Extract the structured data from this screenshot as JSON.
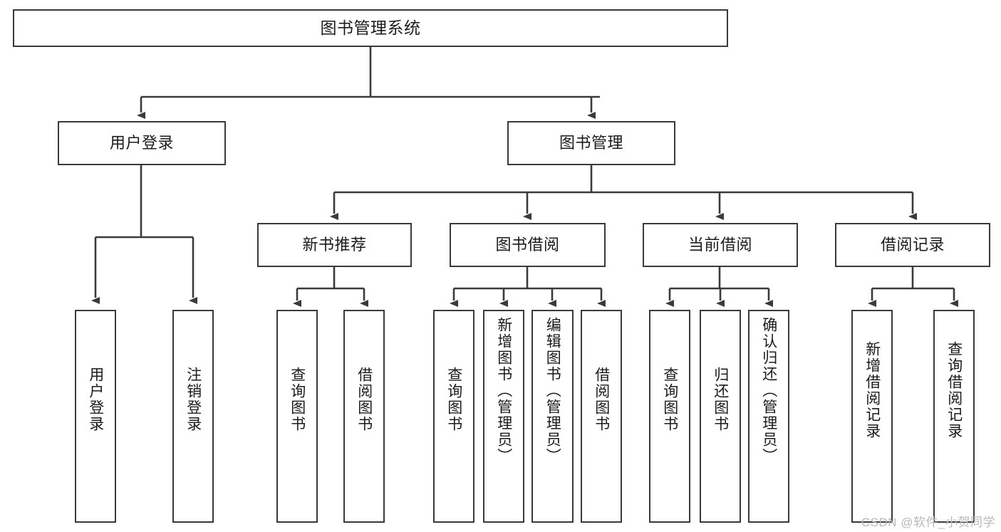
{
  "diagram": {
    "type": "tree",
    "title": "图书管理系统",
    "watermark": "CSDN @软件_小贺同学",
    "colors": {
      "box_border": "#3a3a3a",
      "box_fill": "#ffffff",
      "connector": "#3a3a3a",
      "text": "#1b1b1b",
      "watermark": "#b9b9b9"
    },
    "nodes": {
      "root": {
        "label": "图书管理系统",
        "level": 1,
        "orientation": "horizontal"
      },
      "l2": [
        {
          "id": "user-login",
          "label": "用户登录",
          "level": 2,
          "orientation": "horizontal"
        },
        {
          "id": "book-manage",
          "label": "图书管理",
          "level": 2,
          "orientation": "horizontal"
        }
      ],
      "l3": [
        {
          "id": "new-book-rec",
          "label": "新书推荐",
          "level": 3,
          "orientation": "horizontal",
          "parent": "book-manage"
        },
        {
          "id": "book-borrow",
          "label": "图书借阅",
          "level": 3,
          "orientation": "horizontal",
          "parent": "book-manage"
        },
        {
          "id": "current-borrow",
          "label": "当前借阅",
          "level": 3,
          "orientation": "horizontal",
          "parent": "book-manage"
        },
        {
          "id": "borrow-record",
          "label": "借阅记录",
          "level": 3,
          "orientation": "horizontal",
          "parent": "book-manage"
        }
      ],
      "leaves": [
        {
          "id": "leaf-user-login",
          "label": "用户登录",
          "parent": "user-login",
          "orientation": "vertical"
        },
        {
          "id": "leaf-logout-login",
          "label": "注销登录",
          "parent": "user-login",
          "orientation": "vertical"
        },
        {
          "id": "leaf-query-book-1",
          "label": "查询图书",
          "parent": "new-book-rec",
          "orientation": "vertical"
        },
        {
          "id": "leaf-borrow-book-1",
          "label": "借阅图书",
          "parent": "new-book-rec",
          "orientation": "vertical"
        },
        {
          "id": "leaf-query-book-2",
          "label": "查询图书",
          "parent": "book-borrow",
          "orientation": "vertical"
        },
        {
          "id": "leaf-add-book",
          "label": "新增图书（管理员）",
          "parent": "book-borrow",
          "orientation": "vertical"
        },
        {
          "id": "leaf-edit-book",
          "label": "编辑图书（管理员）",
          "parent": "book-borrow",
          "orientation": "vertical"
        },
        {
          "id": "leaf-borrow-book-2",
          "label": "借阅图书",
          "parent": "book-borrow",
          "orientation": "vertical"
        },
        {
          "id": "leaf-query-book-3",
          "label": "查询图书",
          "parent": "current-borrow",
          "orientation": "vertical"
        },
        {
          "id": "leaf-return-book",
          "label": "归还图书",
          "parent": "current-borrow",
          "orientation": "vertical"
        },
        {
          "id": "leaf-confirm-return",
          "label": "确认归还（管理员）",
          "parent": "current-borrow",
          "orientation": "vertical"
        },
        {
          "id": "leaf-add-record",
          "label": "新增借阅记录",
          "parent": "borrow-record",
          "orientation": "vertical"
        },
        {
          "id": "leaf-query-record",
          "label": "查询借阅记录",
          "parent": "borrow-record",
          "orientation": "vertical"
        }
      ]
    }
  }
}
